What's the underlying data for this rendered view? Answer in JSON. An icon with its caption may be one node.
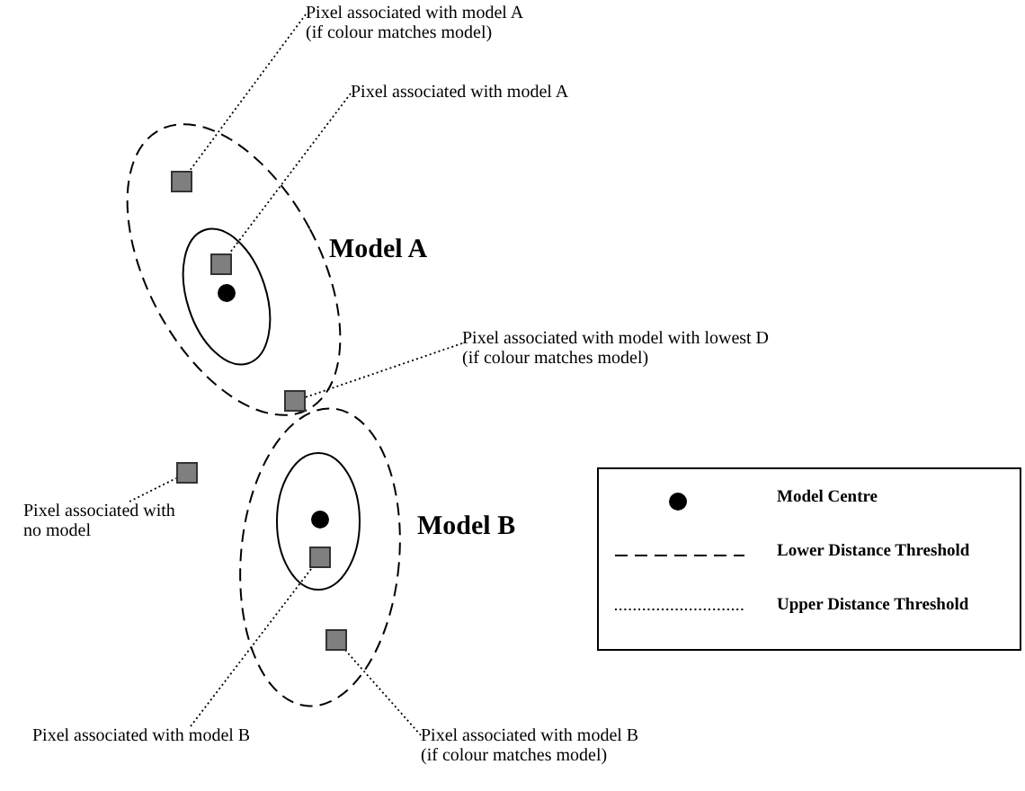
{
  "diagram": {
    "nodes": [
      {
        "text": [
          "Pixel associated with model A (if colour matches model)"
        ]
      },
      {
        "text": [
          "Pixel associated with model A"
        ]
      },
      {
        "text": [
          "Pixel associated with model with lowest D (if colour matches model)"
        ]
      },
      {
        "text": [
          "Pixel associated with no model"
        ]
      },
      {
        "text": [
          "Pixel associated with model B"
        ]
      },
      {
        "text": [
          "Pixel associated with model B (if colour matches model)"
        ]
      },
      {
        "text": [],
        "shape": "box"
      },
      {
        "text": [],
        "shape": "box"
      },
      {
        "text": [],
        "shape": "box"
      },
      {
        "text": [],
        "shape": "box"
      },
      {
        "text": [],
        "shape": "box"
      },
      {
        "text": [],
        "shape": "box"
      }
    ],
    "edges": [
      {
        "from": 0,
        "to": 6,
        "arrow": "none"
      },
      {
        "from": 1,
        "to": 7,
        "arrow": "none"
      },
      {
        "from": 2,
        "to": 8,
        "arrow": "none"
      },
      {
        "from": 3,
        "to": 9,
        "arrow": "none"
      },
      {
        "from": 4,
        "to": 10,
        "arrow": "none"
      },
      {
        "from": 5,
        "to": 11,
        "arrow": "none"
      }
    ],
    "labels": [
      "Model A",
      "Model B"
    ],
    "legend": [
      {
        "text": "Model Centre"
      },
      {
        "text": "Lower Distance Threshold"
      },
      {
        "text": "Upper Distance Threshold"
      }
    ]
  }
}
